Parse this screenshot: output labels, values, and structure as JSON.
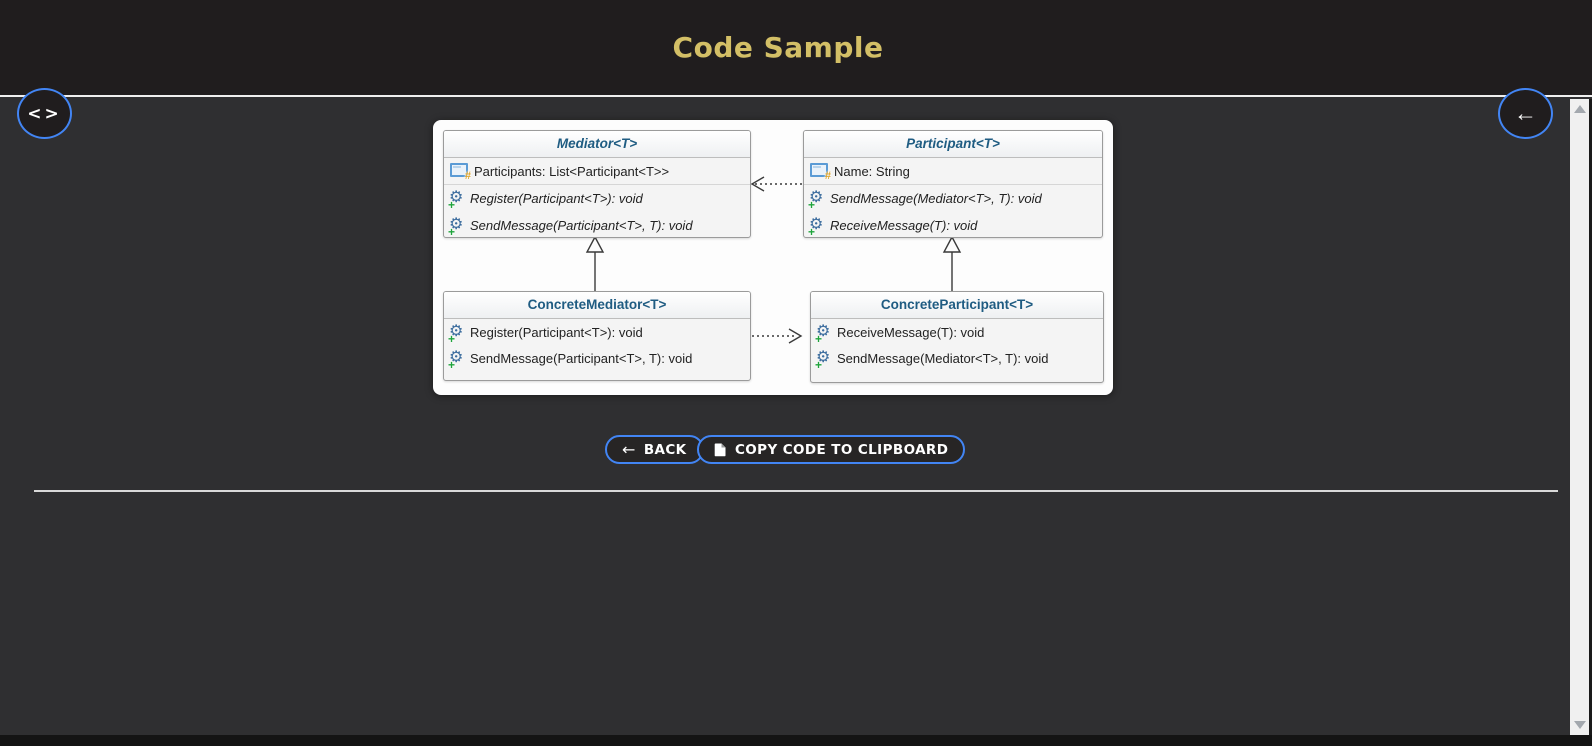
{
  "header": {
    "title": "Code Sample"
  },
  "nav": {
    "code_toggle_glyph": "<>",
    "back_fab_glyph": "←"
  },
  "diagram": {
    "classes": [
      {
        "name": "Mediator<T>",
        "stereotype": "abstract",
        "members": [
          {
            "kind": "property",
            "text": "Participants: List<Participant<T>>"
          },
          {
            "kind": "method",
            "text": "Register(Participant<T>): void"
          },
          {
            "kind": "method",
            "text": "SendMessage(Participant<T>, T): void"
          }
        ]
      },
      {
        "name": "Participant<T>",
        "stereotype": "abstract",
        "members": [
          {
            "kind": "property",
            "text": "Name: String"
          },
          {
            "kind": "method",
            "text": "SendMessage(Mediator<T>, T): void"
          },
          {
            "kind": "method",
            "text": "ReceiveMessage(T): void"
          }
        ]
      },
      {
        "name": "ConcreteMediator<T>",
        "stereotype": "concrete",
        "members": [
          {
            "kind": "method",
            "text": "Register(Participant<T>): void"
          },
          {
            "kind": "method",
            "text": "SendMessage(Participant<T>, T): void"
          }
        ]
      },
      {
        "name": "ConcreteParticipant<T>",
        "stereotype": "concrete",
        "members": [
          {
            "kind": "method",
            "text": "ReceiveMessage(T): void"
          },
          {
            "kind": "method",
            "text": "SendMessage(Mediator<T>, T): void"
          }
        ]
      }
    ],
    "relations": [
      {
        "type": "dependency",
        "from": "Participant<T>",
        "to": "Mediator<T>"
      },
      {
        "type": "dependency",
        "from": "ConcreteMediator<T>",
        "to": "ConcreteParticipant<T>"
      },
      {
        "type": "inheritance",
        "from": "ConcreteMediator<T>",
        "to": "Mediator<T>"
      },
      {
        "type": "inheritance",
        "from": "ConcreteParticipant<T>",
        "to": "Participant<T>"
      }
    ]
  },
  "actions": {
    "back_arrow": "←",
    "back_label": "BACK",
    "copy_label": "COPY CODE TO CLIPBOARD"
  },
  "icons": {
    "property_icon": "window-hash",
    "method_icon": "gear-plus",
    "copy_icon": "document",
    "scroll_up": "triangle-up",
    "scroll_down": "triangle-down"
  },
  "colors": {
    "header_bg": "#201d1e",
    "content_bg": "#2f2f31",
    "title_gold": "#d3bf66",
    "accent_blue": "#4285f4",
    "class_title_blue": "#1f5c82"
  }
}
